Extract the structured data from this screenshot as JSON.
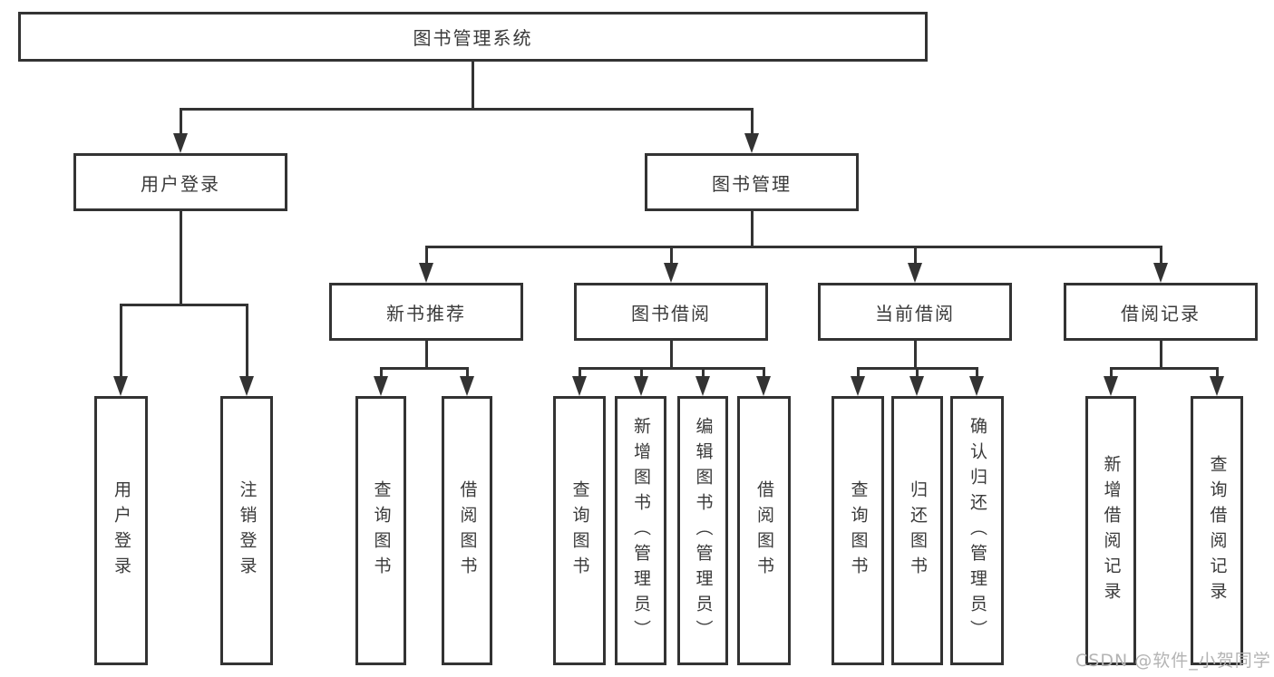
{
  "diagram": {
    "root": "图书管理系统",
    "level2": [
      "用户登录",
      "图书管理"
    ],
    "level3": [
      "新书推荐",
      "图书借阅",
      "当前借阅",
      "借阅记录"
    ],
    "leaves": {
      "user_login": [
        "用户登录",
        "注销登录"
      ],
      "new_book_recommend": [
        "查询图书",
        "借阅图书"
      ],
      "book_borrow": [
        "查询图书",
        "新增图书（管理员）",
        "编辑图书（管理员）",
        "借阅图书"
      ],
      "current_borrow": [
        "查询图书",
        "归还图书",
        "确认归还（管理员）"
      ],
      "borrow_records": [
        "新增借阅记录",
        "查询借阅记录"
      ]
    }
  },
  "watermark": "CSDN @软件_小贺同学",
  "colors": {
    "line": "#333333",
    "text": "#3a3a3a",
    "watermark": "#b4b4b4",
    "background": "#ffffff"
  }
}
